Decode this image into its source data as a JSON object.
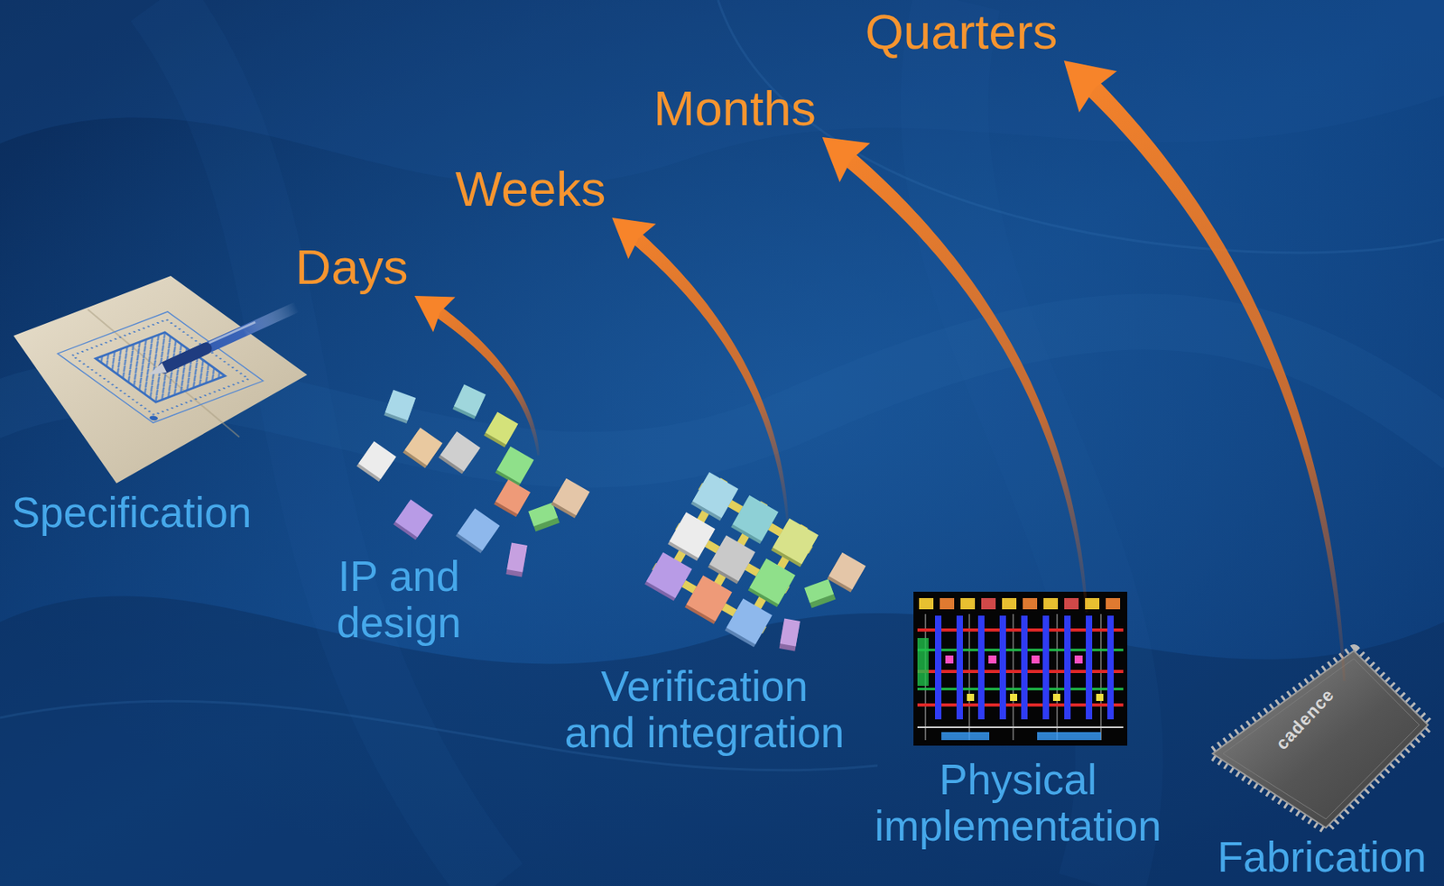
{
  "diagram": {
    "nodes": [
      {
        "text": [
          "Specification"
        ]
      },
      {
        "text": [
          "IP and design"
        ]
      },
      {
        "text": [
          "Verification and integration"
        ]
      },
      {
        "text": [
          "Physical implementation"
        ]
      },
      {
        "text": [
          "Fabrication"
        ]
      },
      {
        "text": [
          "Days"
        ]
      },
      {
        "text": [
          "Weeks"
        ]
      },
      {
        "text": [
          "Months"
        ]
      },
      {
        "text": [
          "Quarters"
        ]
      }
    ],
    "edges": [
      {
        "from": 1,
        "to": 5,
        "arrow": "to"
      },
      {
        "from": 2,
        "to": 6,
        "arrow": "to"
      },
      {
        "from": 3,
        "to": 7,
        "arrow": "to"
      },
      {
        "from": 4,
        "to": 8,
        "arrow": "to"
      }
    ],
    "labels": [
      "cadence"
    ]
  }
}
